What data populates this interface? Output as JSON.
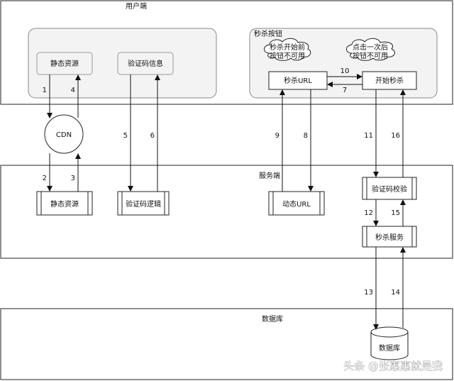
{
  "zones": {
    "user": "用户端",
    "server": "服务端",
    "database": "数据库"
  },
  "groups": {
    "seckill_button": "秒杀按钮"
  },
  "nodes": {
    "static_client": "静态资源",
    "captcha_info": "验证码信息",
    "cdn": "CDN",
    "static_server": "静态资源",
    "captcha_logic": "验证码逻辑",
    "seckill_url": "秒杀URL",
    "start_seckill": "开始秒杀",
    "dynamic_url": "动态URL",
    "captcha_check": "验证码校验",
    "seckill_service": "秒杀服务",
    "db": "数据库"
  },
  "clouds": {
    "before": [
      "秒杀开始前",
      "按钮不可用"
    ],
    "after": [
      "点击一次后",
      "按钮不可用"
    ]
  },
  "edges": {
    "e1": "1",
    "e2": "2",
    "e3": "3",
    "e4": "4",
    "e5": "5",
    "e6": "6",
    "e7": "7",
    "e8": "8",
    "e9": "9",
    "e10": "10",
    "e11": "11",
    "e12": "12",
    "e13": "13",
    "e14": "14",
    "e15": "15",
    "e16": "16"
  },
  "watermark": "头条 @张惠惠就是我"
}
